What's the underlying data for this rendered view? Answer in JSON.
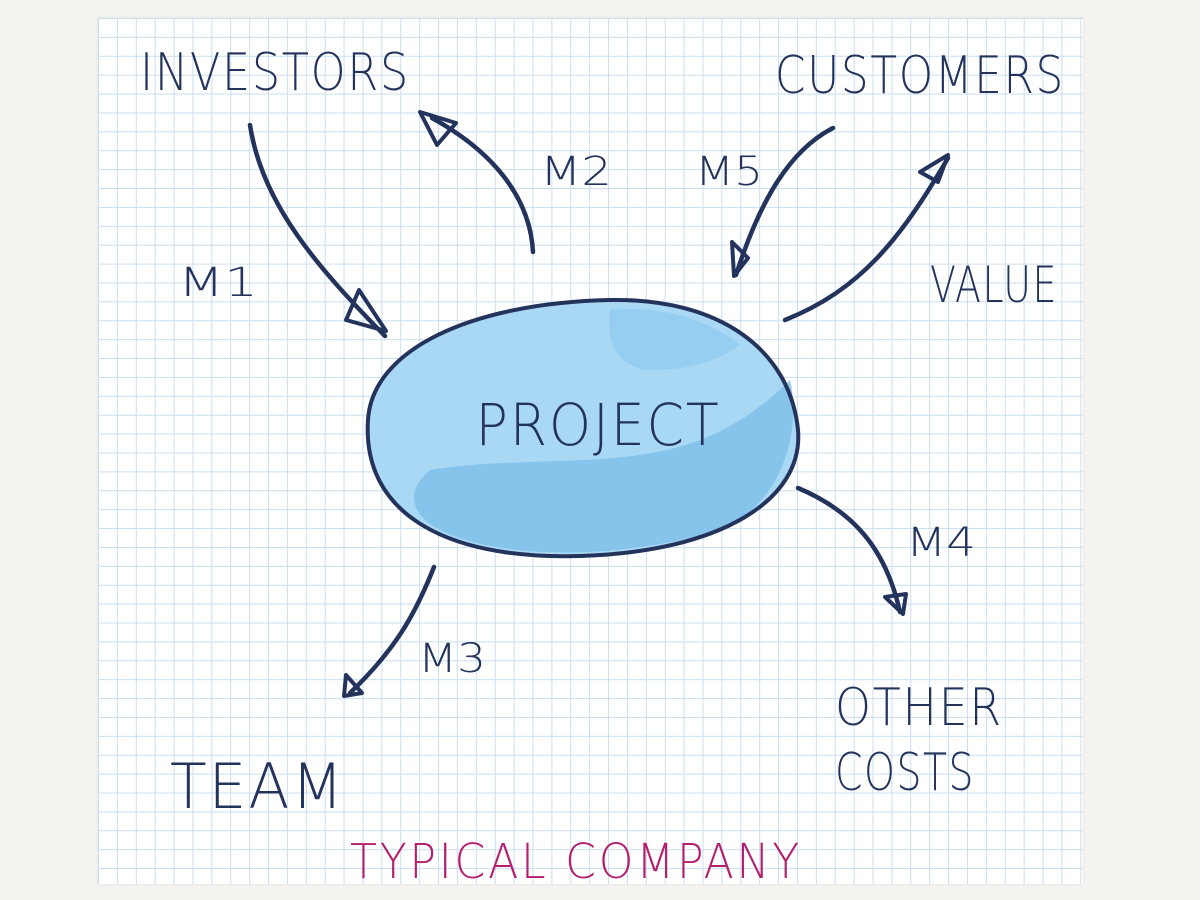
{
  "nodes": {
    "investors": "INVESTORS",
    "customers": "CUSTOMERS",
    "project": "PROJECT",
    "value": "VALUE",
    "team": "TEAM",
    "other_costs_line1": "OTHER",
    "other_costs_line2": "COSTS"
  },
  "edges": {
    "m1": "M1",
    "m2": "M2",
    "m3": "M3",
    "m4": "M4",
    "m5": "M5"
  },
  "footer": {
    "caption": "TYPICAL COMPANY"
  },
  "colors": {
    "ink": "#23335c",
    "project_fill": "#86c4ec",
    "caption": "#b3206f",
    "grid": "#c9dff0"
  }
}
